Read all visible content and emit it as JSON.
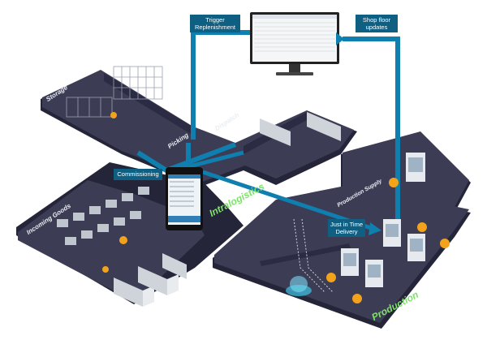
{
  "callouts": {
    "trigger_replenishment": "Trigger Replenishment",
    "shop_floor_updates": "Shop floor updates",
    "commissioning": "Commissioning",
    "just_in_time_delivery": "Just in Time Delivery"
  },
  "areas": {
    "storage": "Storage",
    "picking": "Picking",
    "dispatch": "Dispatch",
    "incoming_goods": "Incoming Goods",
    "production_supply": "Production Supply",
    "intralogistics": "Intralogistics",
    "production": "Production"
  },
  "colors": {
    "floor_top": "#3c3c55",
    "floor_side": "#25253a",
    "flow_line": "#0f7fb0",
    "callout_bg": "#0f5f83",
    "accent_green": "#7fe26a",
    "robot_orange": "#f2a31b"
  }
}
